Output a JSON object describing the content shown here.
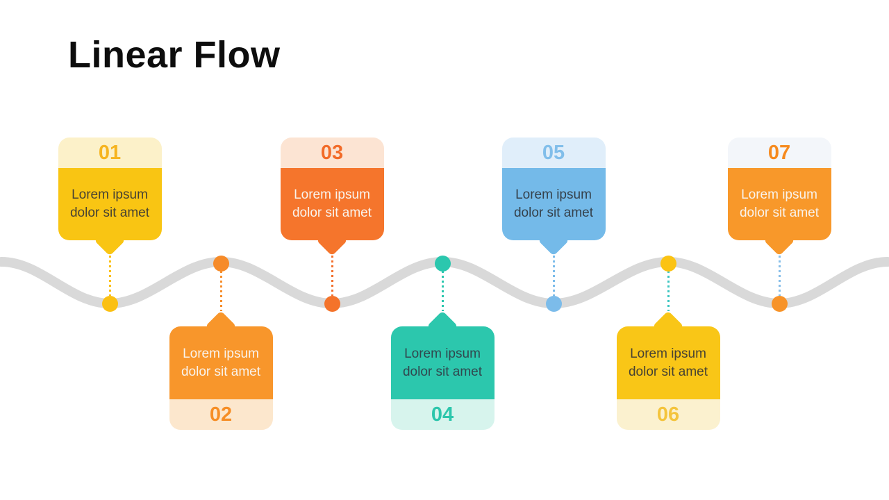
{
  "slide": {
    "title": "Linear Flow",
    "background_color": "#FFFFFF",
    "title_color": "#0D0D0D"
  },
  "timeline": {
    "line_color": "#D9D9D9",
    "steps": [
      {
        "number": "01",
        "label": "Lorem ipsum dolor sit amet",
        "side": "top",
        "header_bg": "#FCF1C9",
        "number_color": "#F6B41F",
        "body_bg": "#F9C513",
        "body_text_color": "#474233",
        "dot_color": "#FBC013",
        "connector_color": "#FBC013"
      },
      {
        "number": "02",
        "label": "Lorem ipsum dolor sit amet",
        "side": "bottom",
        "header_bg": "#FCE7CD",
        "number_color": "#F68E26",
        "body_bg": "#F8962B",
        "body_text_color": "#F9F3EC",
        "dot_color": "#F68B29",
        "connector_color": "#F68D2A"
      },
      {
        "number": "03",
        "label": "Lorem ipsum dolor sit amet",
        "side": "top",
        "header_bg": "#FCE4D3",
        "number_color": "#F26B28",
        "body_bg": "#F5752C",
        "body_text_color": "#F9F3EC",
        "dot_color": "#F4732A",
        "connector_color": "#F2702E"
      },
      {
        "number": "04",
        "label": "Lorem ipsum dolor sit amet",
        "side": "bottom",
        "header_bg": "#D7F4ED",
        "number_color": "#2CC6AC",
        "body_bg": "#2CC7AD",
        "body_text_color": "#31474E",
        "dot_color": "#2BC7AE",
        "connector_color": "#2BC7AE"
      },
      {
        "number": "05",
        "label": "Lorem ipsum dolor sit amet",
        "side": "top",
        "header_bg": "#E0EEFA",
        "number_color": "#81BEEA",
        "body_bg": "#74BAE9",
        "body_text_color": "#35414B",
        "dot_color": "#7CBCEA",
        "connector_color": "#7CBCEA"
      },
      {
        "number": "06",
        "label": "Lorem ipsum dolor sit amet",
        "side": "bottom",
        "header_bg": "#FBF1CF",
        "number_color": "#F4C43C",
        "body_bg": "#F9C617",
        "body_text_color": "#474233",
        "dot_color": "#FBC313",
        "connector_color": "#3EC6C2"
      },
      {
        "number": "07",
        "label": "Lorem ipsum dolor sit amet",
        "side": "top",
        "header_bg": "#F3F6FA",
        "number_color": "#F68A1E",
        "body_bg": "#F8982A",
        "body_text_color": "#F9F3EC",
        "dot_color": "#F79329",
        "connector_color": "#85BEE9"
      }
    ]
  }
}
